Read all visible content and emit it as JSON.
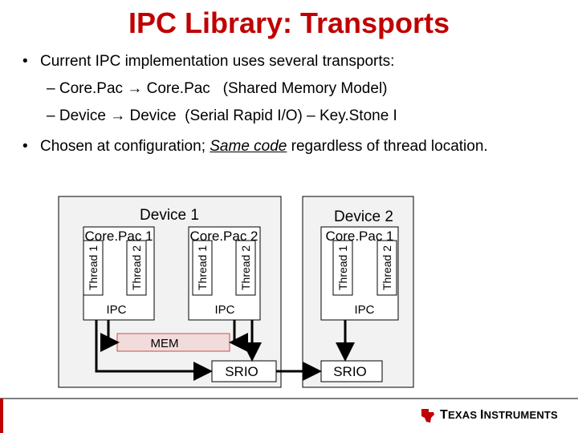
{
  "title": "IPC Library: Transports",
  "bullets": {
    "b1": "Current IPC implementation uses several transports:",
    "sub1_prefix": "– Core.Pac",
    "sub1_arrow": "→",
    "sub1_suffix": "Core.Pac   (Shared Memory Model)",
    "sub2_prefix": "– Device",
    "sub2_arrow": "→",
    "sub2_suffix": "Device  (Serial Rapid I/O) – Key.Stone I",
    "b2_prefix": "Chosen at configuration; ",
    "b2_underlined": "Same code",
    "b2_suffix": " regardless of thread location."
  },
  "diagram": {
    "device1": "Device 1",
    "device2": "Device 2",
    "d1_corepac1": "Core.Pac 1",
    "d1_corepac2": "Core.Pac 2",
    "d2_corepac1": "Core.Pac 1",
    "thread1": "Thread 1",
    "thread2": "Thread 2",
    "ipc": "IPC",
    "mem": "MEM",
    "srio": "SRIO"
  },
  "footer": {
    "brand_big": "T",
    "brand_rest": "EXAS ",
    "brand_big2": "I",
    "brand_rest2": "NSTRUMENTS"
  },
  "colors": {
    "title": "#c00000",
    "device_fill": "#f2f2f2",
    "mem_fill": "#f2dcdb",
    "mem_border": "#c0504d",
    "ti_red": "#c00000"
  }
}
